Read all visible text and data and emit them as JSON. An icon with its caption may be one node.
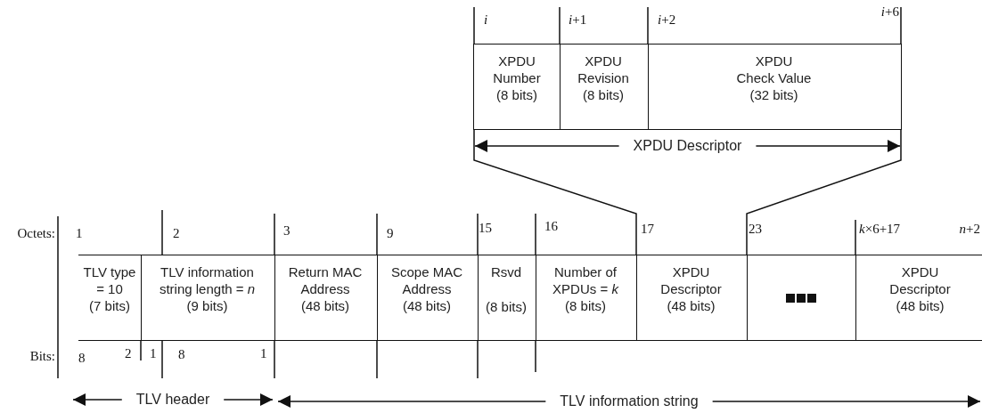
{
  "diagram": {
    "nodes": [
      {
        "text": [
          "XPDU Number (8 bits)"
        ]
      },
      {
        "text": [
          "XPDU Revision (8 bits)"
        ]
      },
      {
        "text": [
          "XPDU Check Value (32 bits)"
        ]
      },
      {
        "text": [
          "TLV type = 10 (7 bits)"
        ]
      },
      {
        "text": [
          "TLV information string length = *n* (9 bits)"
        ]
      },
      {
        "text": [
          "Return MAC Address (48 bits)"
        ]
      },
      {
        "text": [
          "Scope MAC Address (48 bits)"
        ]
      },
      {
        "text": [
          "Rsvd",
          "(8 bits)"
        ]
      },
      {
        "text": [
          "Number of XPDUs = *k* (8 bits)"
        ]
      },
      {
        "text": [
          "XPDU Descriptor (48 bits)"
        ]
      },
      {
        "text": [],
        "shape": "box"
      },
      {
        "text": [
          "XPDU Descriptor (48 bits)"
        ]
      }
    ],
    "edges": [
      {
        "from": 9,
        "to": 0,
        "arrow": "none"
      },
      {
        "from": 9,
        "to": 2,
        "arrow": "none"
      }
    ],
    "labels": [
      "i",
      "*i*+1",
      "*i*+2",
      "*i*+6",
      "XPDU Descriptor",
      "Octets:",
      "1",
      "2",
      "3",
      "9",
      "15",
      "16",
      "17",
      "23",
      "*k*×6+17",
      "*n*+2",
      "Bits:",
      "8",
      "2",
      "1",
      "8",
      "1",
      "TLV header",
      "TLV information string"
    ]
  }
}
